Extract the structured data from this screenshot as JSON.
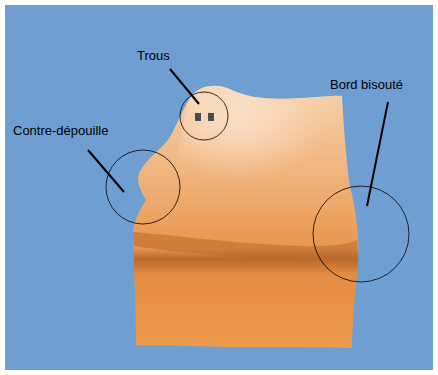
{
  "diagram": {
    "labels": [
      "Trous",
      "Contre-dépouille",
      "Bord bisouté"
    ]
  }
}
